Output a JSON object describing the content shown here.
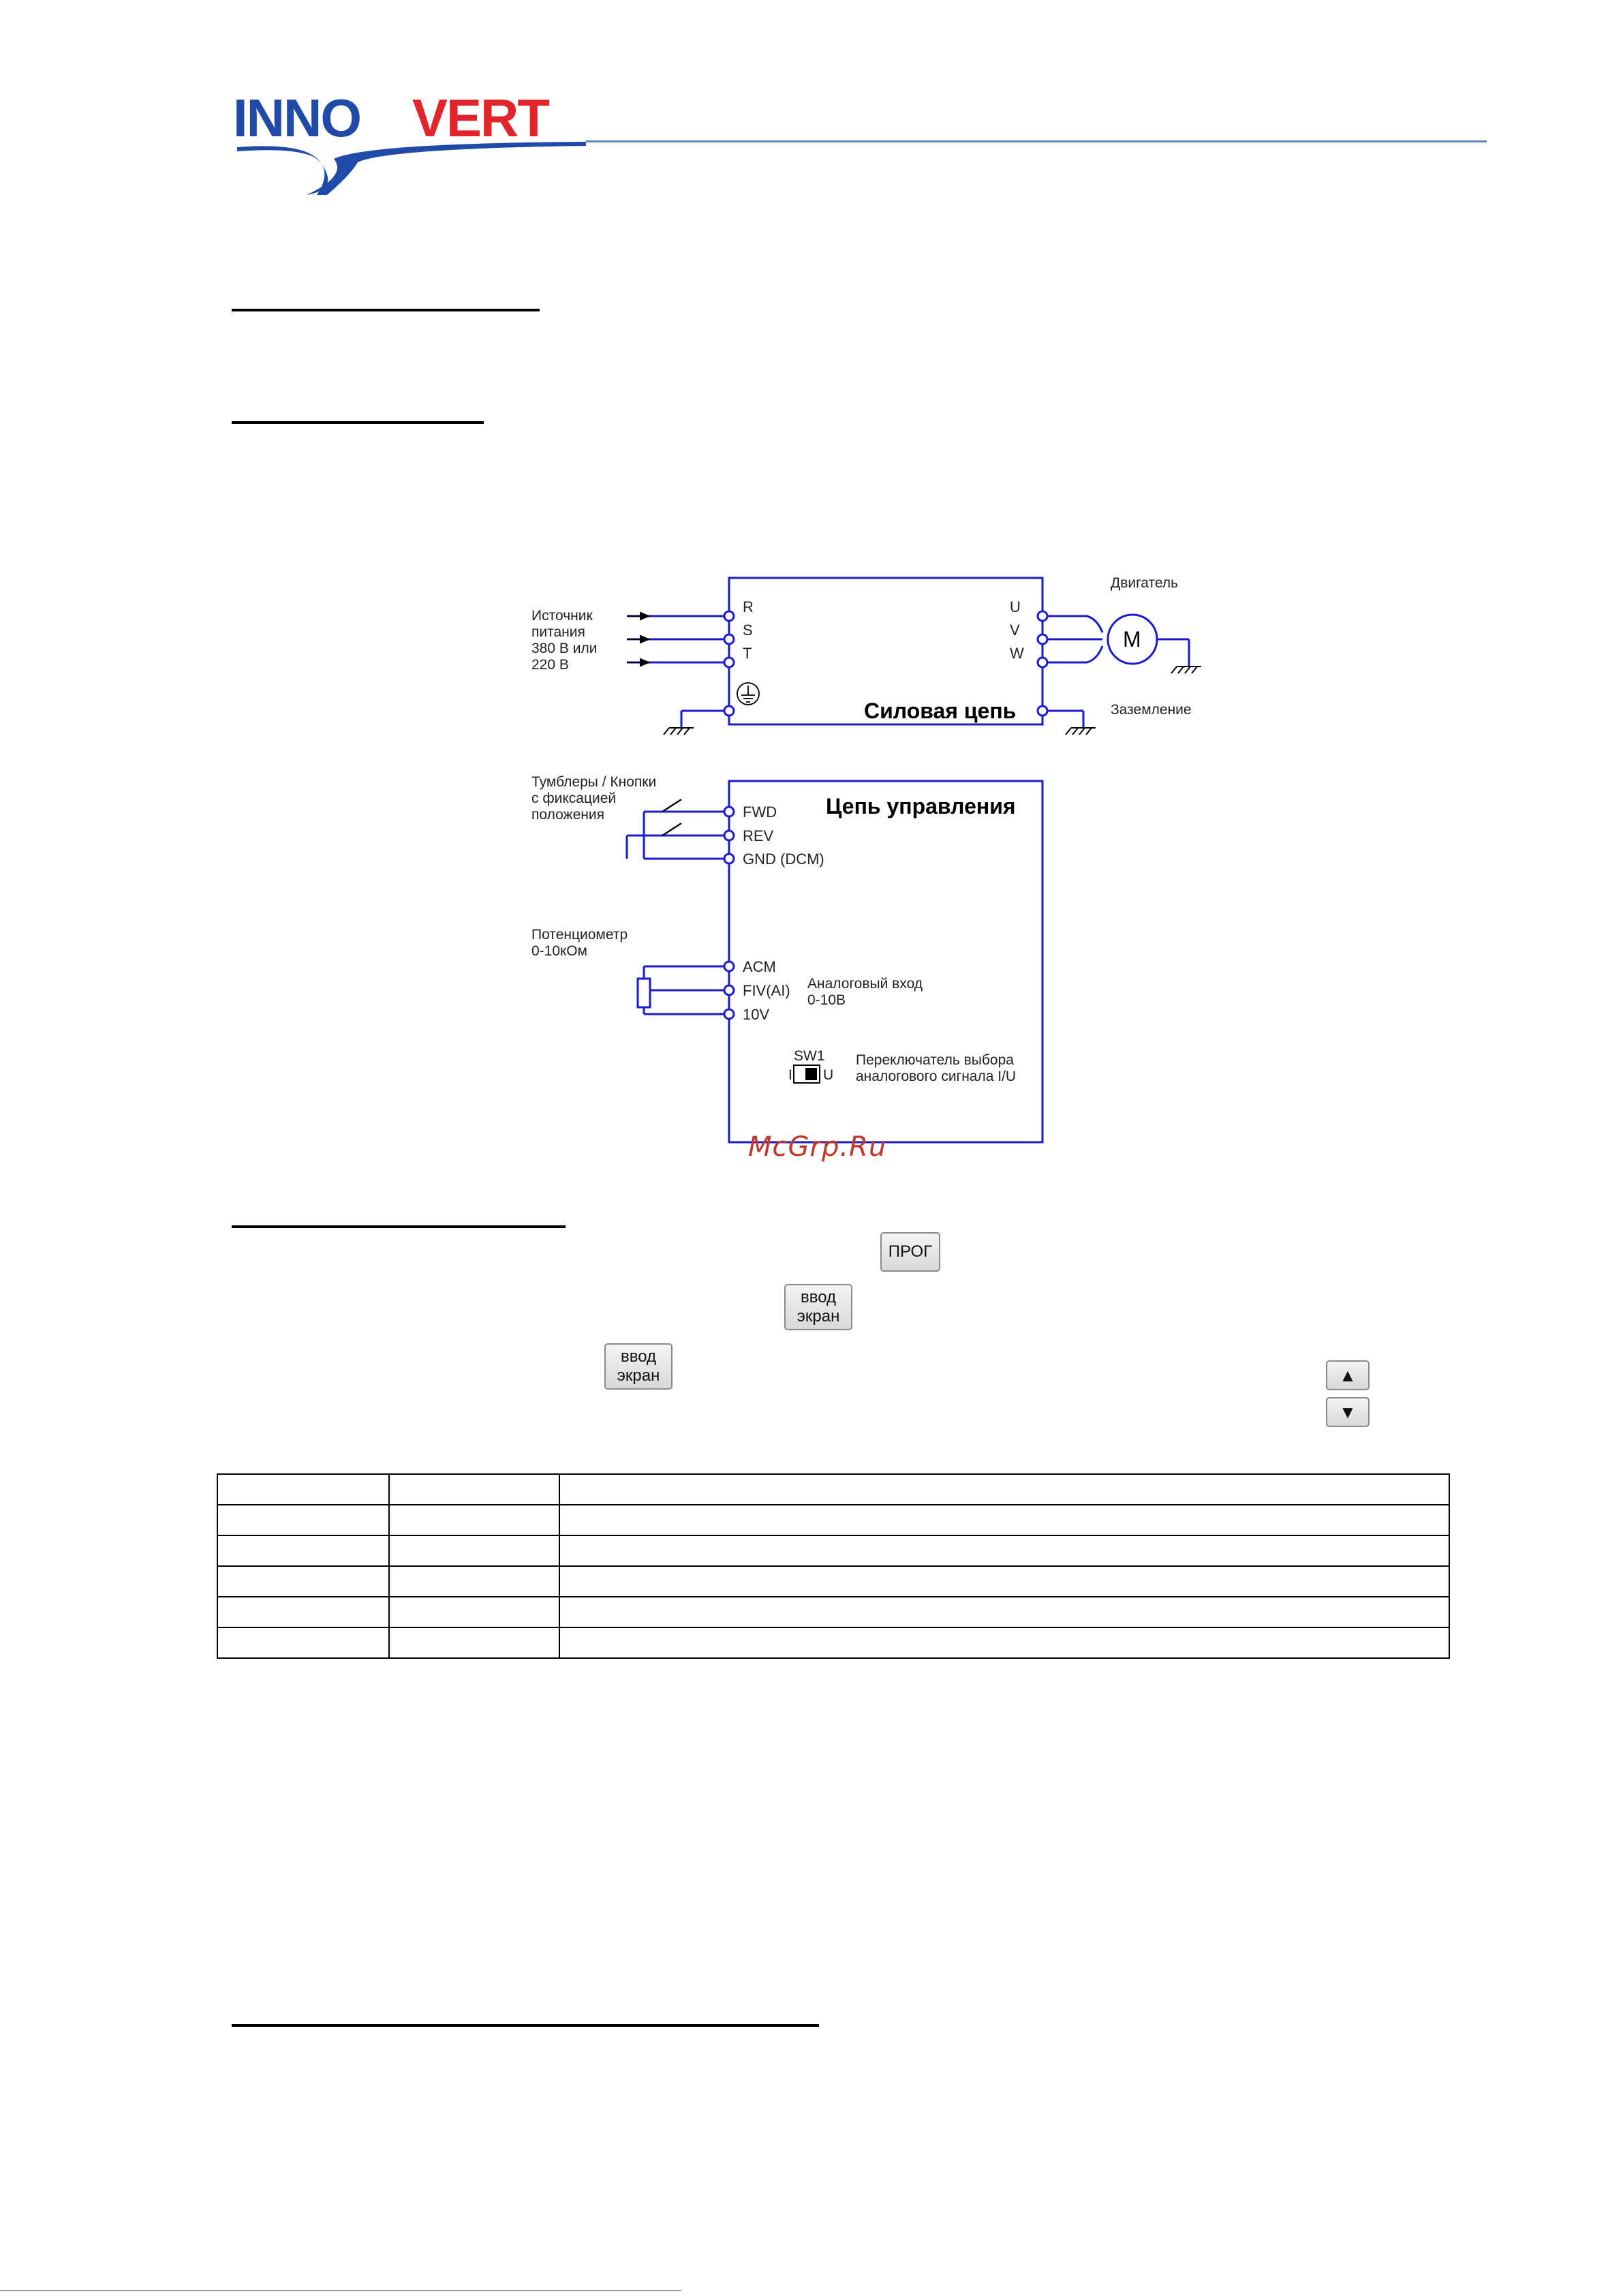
{
  "brand": {
    "name": "INNOVERT",
    "primary": "#1f4aa8",
    "accent": "#e2242b"
  },
  "diagram": {
    "power_source_label": [
      "Источник",
      "питания",
      "380 В или",
      "220 В"
    ],
    "input_terminals": [
      "R",
      "S",
      "T"
    ],
    "output_terminals": [
      "U",
      "V",
      "W"
    ],
    "motor_label": "Двигатель",
    "motor_symbol": "M",
    "ground_label": "Заземление",
    "power_circuit_title": "Силовая цепь",
    "control_circuit_title": "Цепь управления",
    "switches_label": [
      "Тумблеры / Кнопки",
      "с фиксацией",
      "положения"
    ],
    "digital_terminals": [
      "FWD",
      "REV",
      "GND (DCM)"
    ],
    "potentiometer_label": [
      "Потенциометр",
      "0-10кОм"
    ],
    "analog_terminals": [
      "ACM",
      "FIV(AI)",
      "10V"
    ],
    "analog_input_label": [
      "Аналоговый вход",
      "0-10В"
    ],
    "sw_label": "SW1",
    "sw_left": "I",
    "sw_right": "U",
    "sw_desc": [
      "Переключатель выбора",
      "аналогового сигнала I/U"
    ],
    "line_color": "#1a1ad0"
  },
  "watermark": "McGrp.Ru",
  "keys": {
    "prog": "ПРОГ",
    "enter_line1": "ввод",
    "enter_line2": "экран",
    "up": "▲",
    "down": "▼"
  },
  "table": {
    "rows": [
      [
        "",
        "",
        ""
      ],
      [
        "",
        "",
        ""
      ],
      [
        "",
        "",
        ""
      ],
      [
        "",
        "",
        ""
      ],
      [
        "",
        "",
        ""
      ],
      [
        "",
        "",
        ""
      ]
    ]
  }
}
